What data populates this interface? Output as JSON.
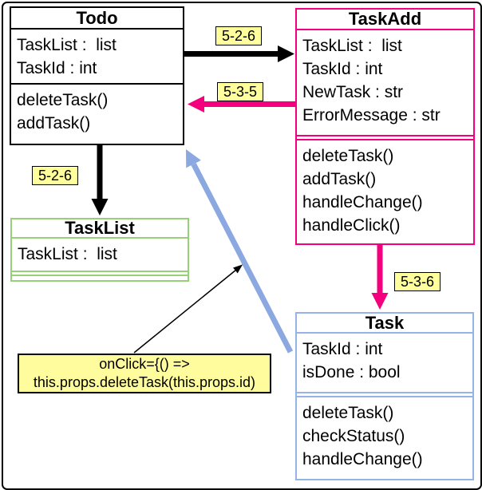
{
  "diagram": {
    "classes": {
      "todo": {
        "title": "Todo",
        "attributes": [
          "TaskList :  list",
          "TaskId : int"
        ],
        "methods": [
          "deleteTask()",
          "addTask()"
        ],
        "border_color": "#000000"
      },
      "taskadd": {
        "title": "TaskAdd",
        "attributes": [
          "TaskList :  list",
          "TaskId : int",
          "NewTask : str",
          "ErrorMessage : str"
        ],
        "methods": [
          "deleteTask()",
          "addTask()",
          "handleChange()",
          "handleClick()"
        ],
        "border_color": "#F4007E"
      },
      "tasklist": {
        "title": "TaskList",
        "attributes": [
          "TaskList :  list"
        ],
        "methods": [],
        "border_color": "#97D077"
      },
      "task": {
        "title": "Task",
        "attributes": [
          "TaskId : int",
          "isDone : bool"
        ],
        "methods": [
          "deleteTask()",
          "checkStatus()",
          "handleChange()"
        ],
        "border_color": "#94B3E6"
      }
    },
    "edge_labels": {
      "todo_to_taskadd": "5-2-6",
      "taskadd_to_todo": "5-3-5",
      "todo_to_tasklist": "5-2-6",
      "taskadd_to_task": "5-3-6"
    },
    "note": {
      "line1": "onClick={() =>",
      "line2": "this.props.deleteTask(this.props.id)"
    },
    "colors": {
      "black_arrow": "#000000",
      "pink_arrow": "#F4007E",
      "blue_arrow": "#8BA9E0",
      "label_bg": "#FFFF9C",
      "note_bg": "#FFFC9E"
    }
  }
}
